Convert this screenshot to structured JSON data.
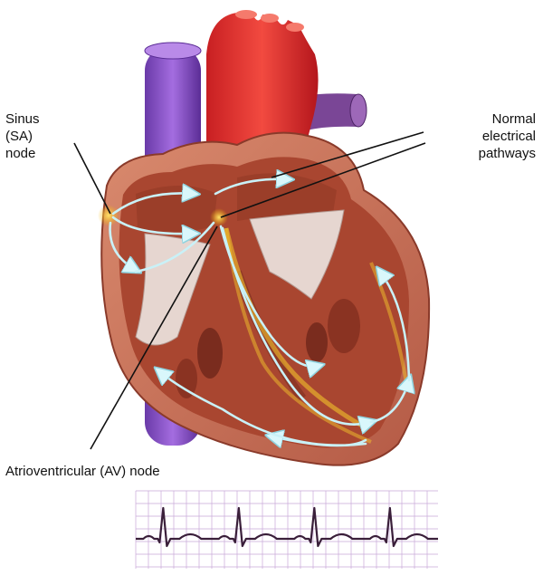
{
  "labels": {
    "sa_node": [
      "Sinus",
      "(SA)",
      "node"
    ],
    "pathways": [
      "Normal",
      "electrical",
      "pathways"
    ],
    "av_node": "Atrioventricular (AV) node"
  },
  "colors": {
    "aorta": "#e8312e",
    "vena_cava": "#8c52c8",
    "pulmonary_artery": "#6e3a8e",
    "myocardium": "#c86a52",
    "chamber_interior": "#b54b34",
    "valve_tissue": "#eadcd6",
    "conduction_arrows": "#c9f1f7",
    "node_glow": "#f2c22b",
    "ecg_trace": "#3a1f3a",
    "ecg_grid": "#c8a8d8"
  },
  "ecg": {
    "beats": 4
  }
}
